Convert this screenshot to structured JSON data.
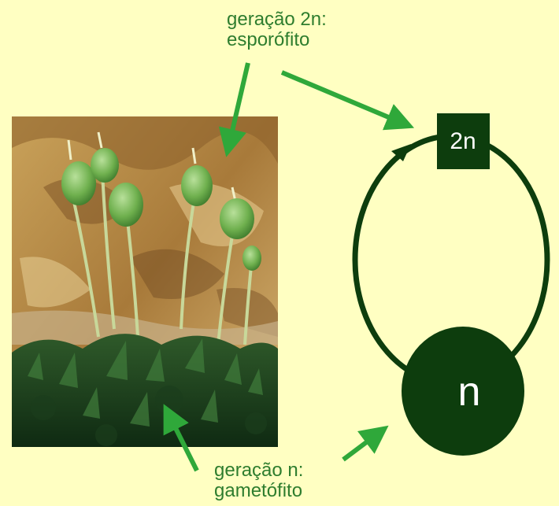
{
  "labels": {
    "sporophyte_line1": "geração 2n:",
    "sporophyte_line2": "esporófito",
    "gametophyte_line1": "geração n:",
    "gametophyte_line2": "gametófito"
  },
  "cycle": {
    "top_node": "2n",
    "bottom_node": "n"
  },
  "colors": {
    "background": "#ffffc2",
    "text": "#2e7d2e",
    "arrow": "#2fa83a",
    "cycle_dark": "#0d3d0d",
    "node_text": "#ffffff"
  },
  "photo": {
    "subject": "moss-photo"
  }
}
